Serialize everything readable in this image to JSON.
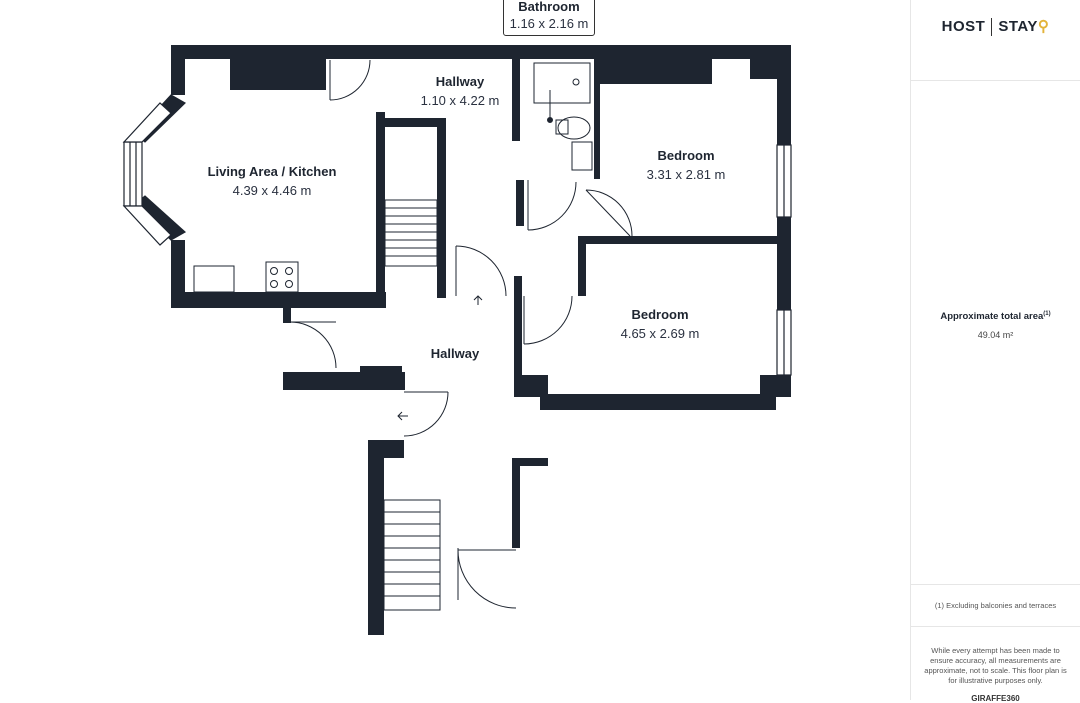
{
  "rooms": {
    "bathroom": {
      "name": "Bathroom",
      "dims": "1.16 x 2.16 m"
    },
    "hallway_upper": {
      "name": "Hallway",
      "dims": "1.10 x 4.22 m"
    },
    "living": {
      "name": "Living Area / Kitchen",
      "dims": "4.39 x 4.46 m"
    },
    "bedroom1": {
      "name": "Bedroom",
      "dims": "3.31 x 2.81 m"
    },
    "bedroom2": {
      "name": "Bedroom",
      "dims": "4.65 x 2.69 m"
    },
    "hallway_lower": {
      "name": "Hallway"
    }
  },
  "panel": {
    "logo_left": "HOST",
    "logo_right": "STAY",
    "area_label": "Approximate total area",
    "area_sup": "(1)",
    "area_value": "49.04 m²",
    "note": "(1) Excluding balconies and terraces",
    "disclaimer": "While every attempt has been made to ensure accuracy, all measurements are approximate, not to scale. This floor plan is for illustrative purposes only.",
    "footer": "GIRAFFE360"
  },
  "colors": {
    "wall": "#1e2530",
    "accent": "#e3b33a"
  }
}
